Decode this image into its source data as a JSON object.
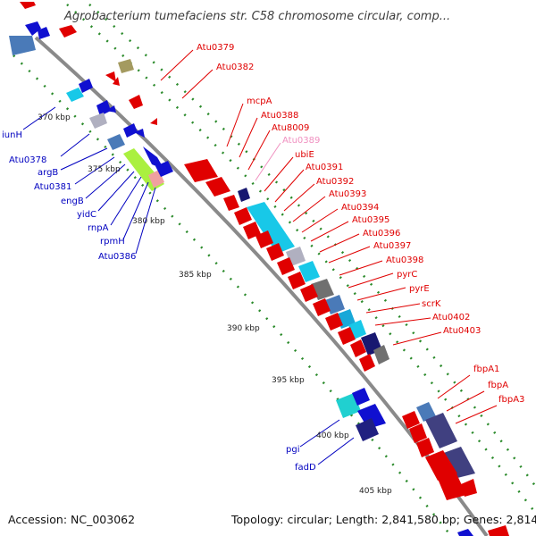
{
  "title": "Agrobacterium tumefaciens str. C58 chromosome circular, comp...",
  "footer": {
    "accession": "Accession: NC_003062",
    "summary": "Topology: circular; Length: 2,841,580 bp; Genes: 2,814"
  },
  "scale_labels": [
    "370 kbp",
    "375 kbp",
    "380 kbp",
    "385 kbp",
    "390 kbp",
    "395 kbp",
    "400 kbp",
    "405 kbp"
  ],
  "gene_labels": {
    "reverse_strand": [
      "iunH",
      "Atu0378",
      "argB",
      "Atu0381",
      "engB",
      "yidC",
      "rnpA",
      "rpmH",
      "Atu0386",
      "pgi",
      "fadD"
    ],
    "forward_strand": [
      "Atu0379",
      "Atu0382",
      "mcpA",
      "Atu0388",
      "Atu8009",
      "Atu0389",
      "ubiE",
      "Atu0391",
      "Atu0392",
      "Atu0393",
      "Atu0394",
      "Atu0395",
      "Atu0396",
      "Atu0397",
      "Atu0398",
      "pyrC",
      "pyrE",
      "scrK",
      "Atu0402",
      "Atu0403",
      "fbpA1",
      "fbpA",
      "fbpA3"
    ]
  },
  "colors": {
    "forward_label": "#e00000",
    "reverse_label": "#0000c0",
    "faded_label": "#f090c0",
    "backbone": "#8a8a8a",
    "tick_dots": "#2a8a2a"
  }
}
